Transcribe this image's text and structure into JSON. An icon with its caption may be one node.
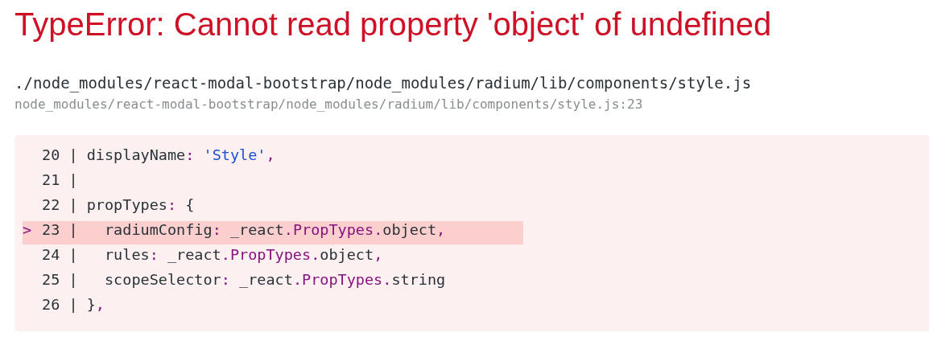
{
  "diagram": {
    "title": "TypeError: Cannot read property 'object' of undefined",
    "labels": [
      "./node_modules/react-modal-bootstrap/node_modules/radium/lib/components/style.js",
      "node_modules/react-modal-bootstrap/node_modules/radium/lib/components/style.js:23",
      "20 | displayName: 'Style',",
      "21 |",
      "22 | propTypes: {",
      ">",
      "23 |   radiumConfig: _react.PropTypes.object,",
      "24 |   rules: _react.PropTypes.object,",
      "25 |   scopeSelector: _react.PropTypes.string",
      "26 | },"
    ]
  }
}
